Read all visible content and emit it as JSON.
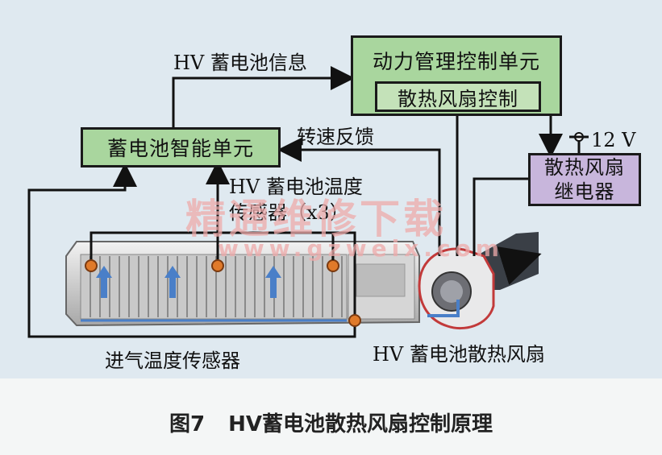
{
  "diagram": {
    "power_mgmt_unit": "动力管理控制单元",
    "fan_control": "散热风扇控制",
    "battery_smart_unit": "蓄电池智能单元",
    "fan_relay_line1": "散热风扇",
    "fan_relay_line2": "继电器",
    "voltage": "12 V",
    "hv_battery_info": "HV 蓄电池信息",
    "speed_feedback": "转速反馈",
    "temp_sensor_line1": "HV 蓄电池温度",
    "temp_sensor_line2": "传感器（x3）",
    "intake_temp_sensor": "进气温度传感器",
    "hv_cooling_fan": "HV 蓄电池散热风扇"
  },
  "watermark": {
    "text_cn": "精通维修下载",
    "url": "www.gzweix.com"
  },
  "caption": {
    "figure_no": "图7",
    "title": "HV蓄电池散热风扇控制原理"
  },
  "colors": {
    "box_green": "#a9d69e",
    "box_purple": "#c8b6dc",
    "sensor_orange": "#e07a2a",
    "airflow_blue": "#4a7fc8"
  }
}
